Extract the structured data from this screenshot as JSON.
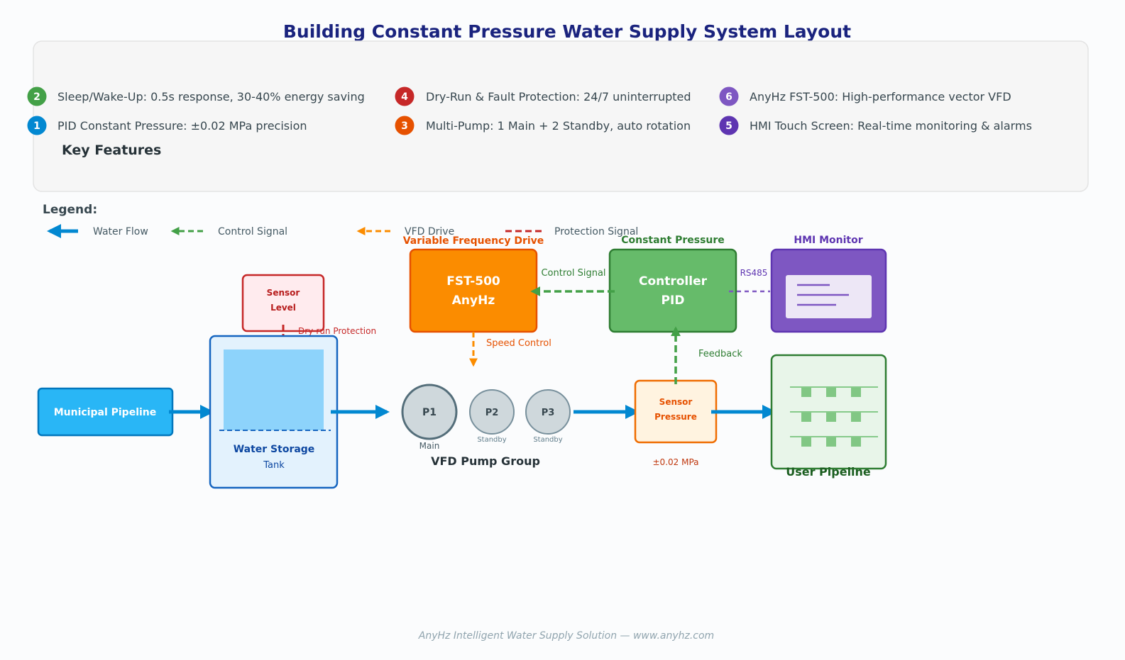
{
  "title": "Building Constant Pressure Water Supply System Layout",
  "features": {
    "heading": "Key Features",
    "items": [
      {
        "num": "2",
        "text": "Sleep/Wake-Up: 0.5s response, 30-40% energy saving",
        "color": "#43a047"
      },
      {
        "num": "4",
        "text": "Dry-Run & Fault Protection: 24/7 uninterrupted",
        "color": "#c62828"
      },
      {
        "num": "6",
        "text": "AnyHz FST-500: High-performance vector VFD",
        "color": "#7e57c2"
      },
      {
        "num": "1",
        "text": "PID Constant Pressure: ±0.02 MPa precision",
        "color": "#0288d1"
      },
      {
        "num": "3",
        "text": "Multi-Pump: 1 Main + 2 Standby, auto rotation",
        "color": "#e65100"
      },
      {
        "num": "5",
        "text": "HMI Touch Screen: Real-time monitoring & alarms",
        "color": "#5e35b1"
      }
    ]
  },
  "legend": {
    "title": "Legend:",
    "water_flow": "Water Flow",
    "control_signal": "Control Signal",
    "vfd_drive": "VFD Drive",
    "protection_signal": "Protection Signal"
  },
  "nodes": {
    "municipal": "Municipal Pipeline",
    "tank_line1": "Water Storage",
    "tank_line2": "Tank",
    "level_sensor_line1": "Sensor",
    "level_sensor_line2": "Level",
    "dry_run": "Dry-run Protection",
    "vfd_title": "Variable Frequency Drive",
    "vfd_line1": "FST-500",
    "vfd_line2": "AnyHz",
    "speed_control": "Speed Control",
    "controller_title": "Constant Pressure",
    "controller_line1": "Controller",
    "controller_line2": "PID",
    "control_signal_label": "Control Signal",
    "rs485": "RS485",
    "hmi_title": "HMI Monitor",
    "feedback": "Feedback",
    "pumps": [
      {
        "id": "P1",
        "role": "Main"
      },
      {
        "id": "P2",
        "role": "Standby"
      },
      {
        "id": "P3",
        "role": "Standby"
      }
    ],
    "pump_group": "VFD Pump Group",
    "pressure_sensor_line1": "Sensor",
    "pressure_sensor_line2": "Pressure",
    "precision": "±0.02 MPa",
    "user_pipeline": "User Pipeline"
  },
  "footer": "AnyHz Intelligent Water Supply Solution — www.anyhz.com",
  "colors": {
    "title": "#1a237e",
    "water": "#0288d1",
    "control": "#43a047",
    "vfd": "#fb8c00",
    "protection": "#c62828",
    "hmi": "#7e57c2"
  }
}
